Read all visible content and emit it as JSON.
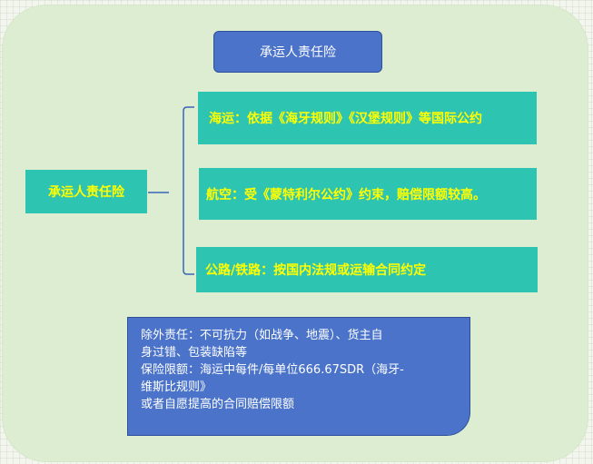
{
  "diagram": {
    "title": "承运人责任险",
    "root": "承运人责任险",
    "branches": [
      "海运：依据《海牙规则》《汉堡规则》等国际公约",
      "航空：受《蒙特利尔公约》约束，赔偿限额较高。",
      "公路/铁路：按国内法规或运输合同约定"
    ],
    "note_lines": [
      "除外责任：不可抗力（如战争、地震）、货主自",
      "身过错、包装缺陷等",
      "保险限额：海运中每件/每单位666.67SDR（海牙-",
      "维斯比规则》",
      "或者自愿提高的合同赔偿限额"
    ]
  },
  "colors": {
    "panel": "#ddedd1",
    "title_fill": "#4a73c9",
    "node_fill": "#2ec4b2",
    "node_text": "#ffff00",
    "bracket": "#3a64b8"
  }
}
